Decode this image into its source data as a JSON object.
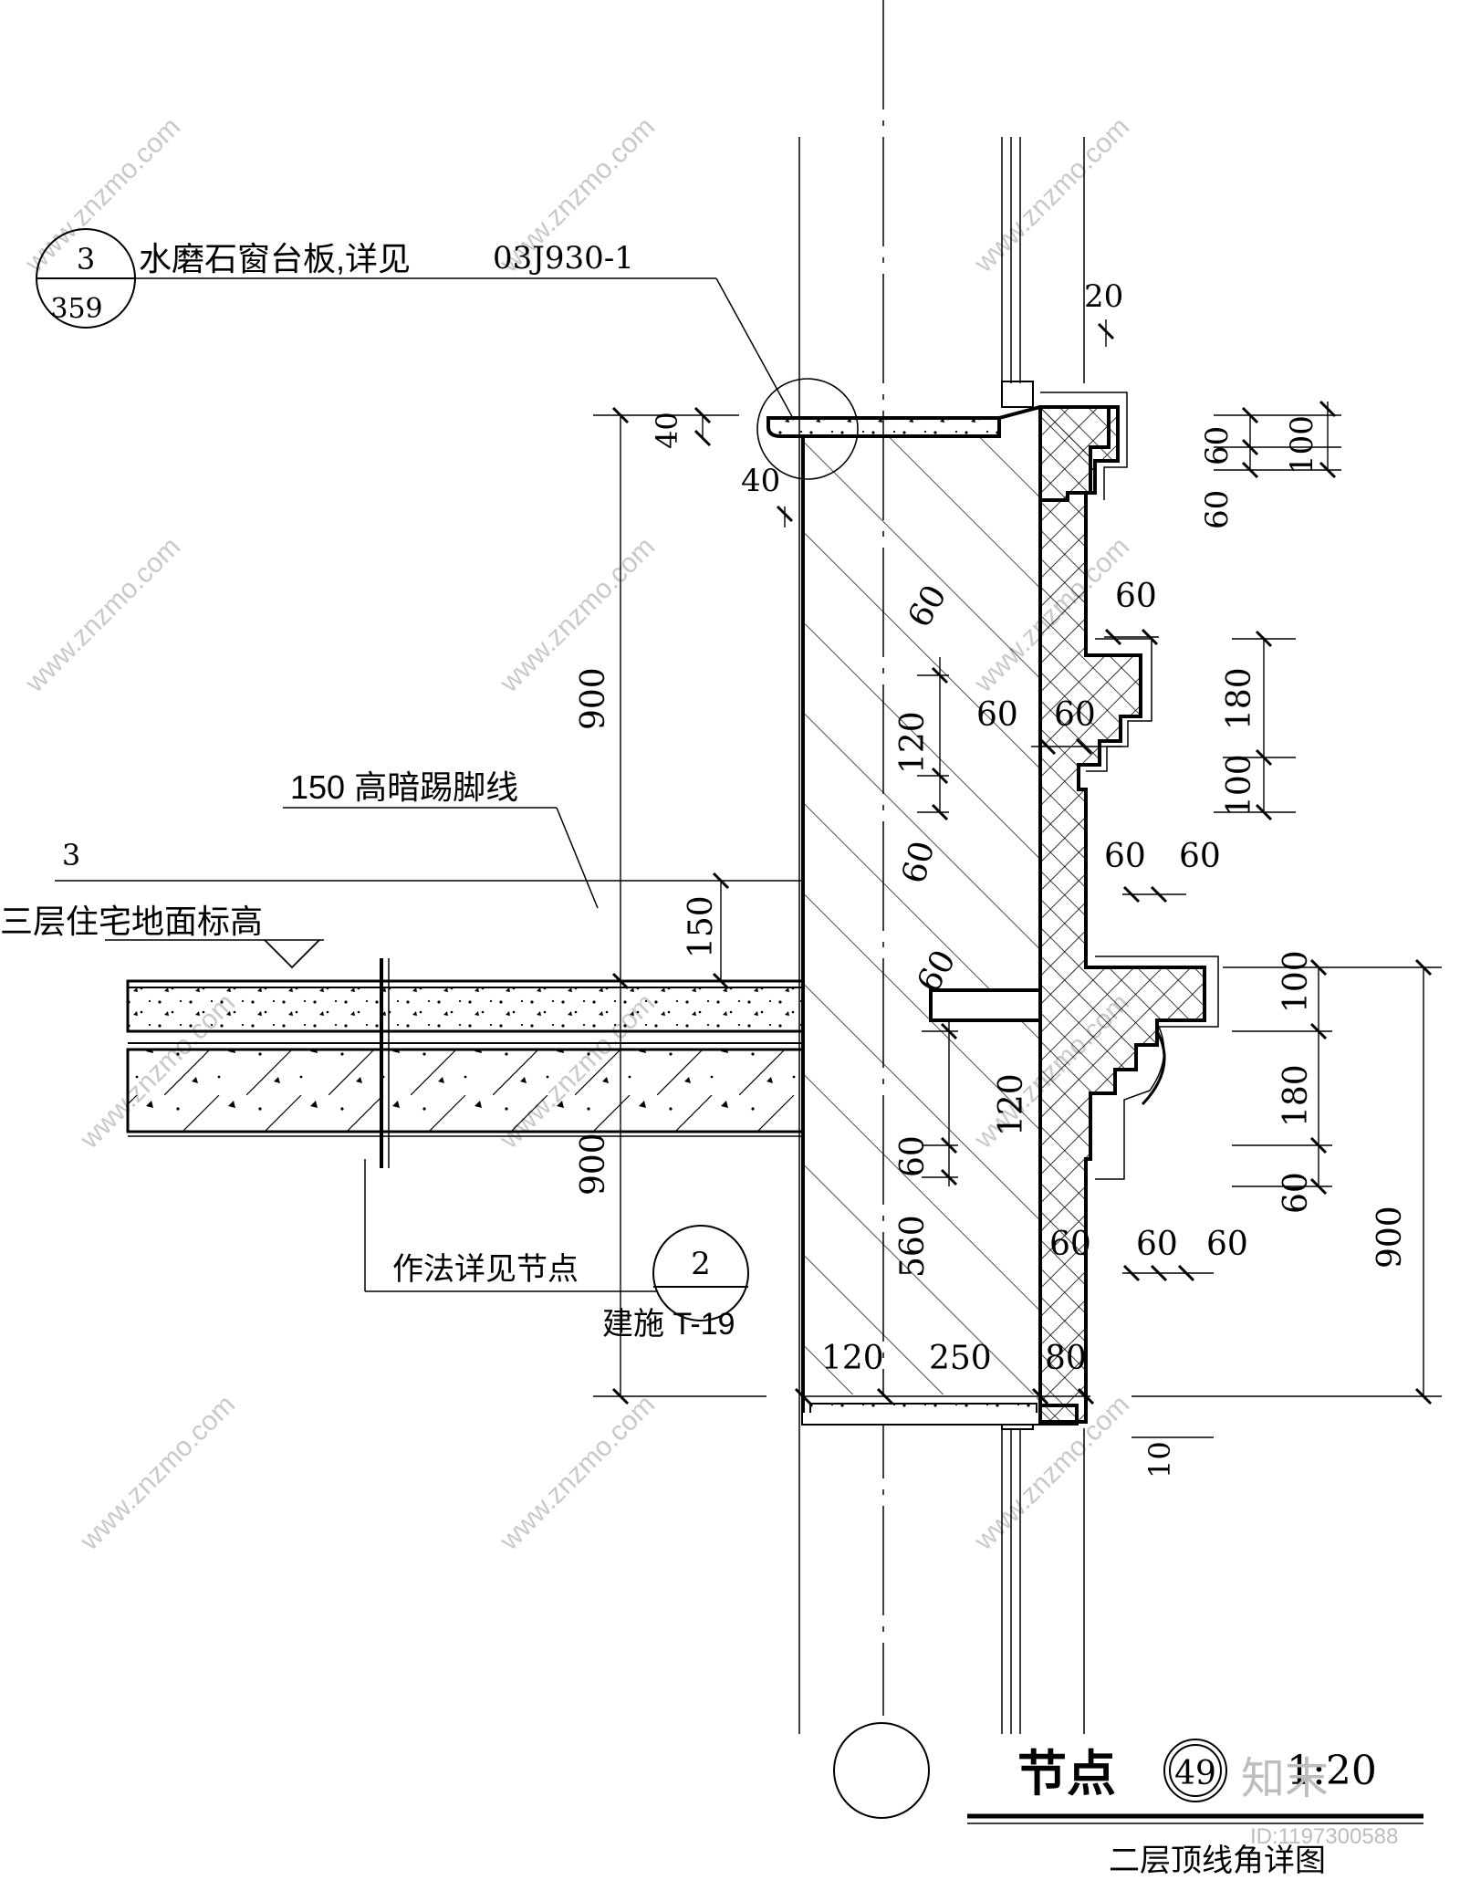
{
  "callouts": {
    "sill_ref_top": "3",
    "sill_ref_bottom": "359",
    "sill_label": "水磨石窗台板,详见",
    "sill_std": "03J930-1",
    "skirting": "150  高暗踢脚线",
    "level_number": "3",
    "level_label": "三层住宅地面标高",
    "detail_note": "作法详见节点",
    "detail_ref_top": "2",
    "detail_ref_bottom": "建施 T-19"
  },
  "dimensions": {
    "d_20": "20",
    "d_40a": "40",
    "d_40b": "40",
    "d_900_upper": "900",
    "d_900_lower": "900",
    "d_900_right": "900",
    "d_150": "150",
    "r_60a": "60",
    "r_100a": "100",
    "r_60b": "60",
    "m_60a": "60",
    "r_180a": "180",
    "r_100b": "100",
    "r_60c": "60",
    "r_60d": "60",
    "c_60a": "60",
    "c_120a": "120",
    "c_60b": "60",
    "c_60c": "60",
    "c_60d": "60",
    "c_60e": "60",
    "c_120b": "120",
    "c_60f": "60",
    "c_560": "560",
    "r_100c": "100",
    "r_180b": "180",
    "r_60e": "60",
    "l_60a": "60",
    "l_60b": "60",
    "l_60c": "60",
    "b_120": "120",
    "b_250": "250",
    "b_80": "80",
    "b_10": "10"
  },
  "title_block": {
    "title": "节点",
    "node_number": "49",
    "scale": "1:20",
    "subtitle": "二层顶线角详图"
  },
  "watermark": {
    "site": "www.znzmo.com",
    "brand": "知末",
    "id_text": "ID:1197300588"
  }
}
